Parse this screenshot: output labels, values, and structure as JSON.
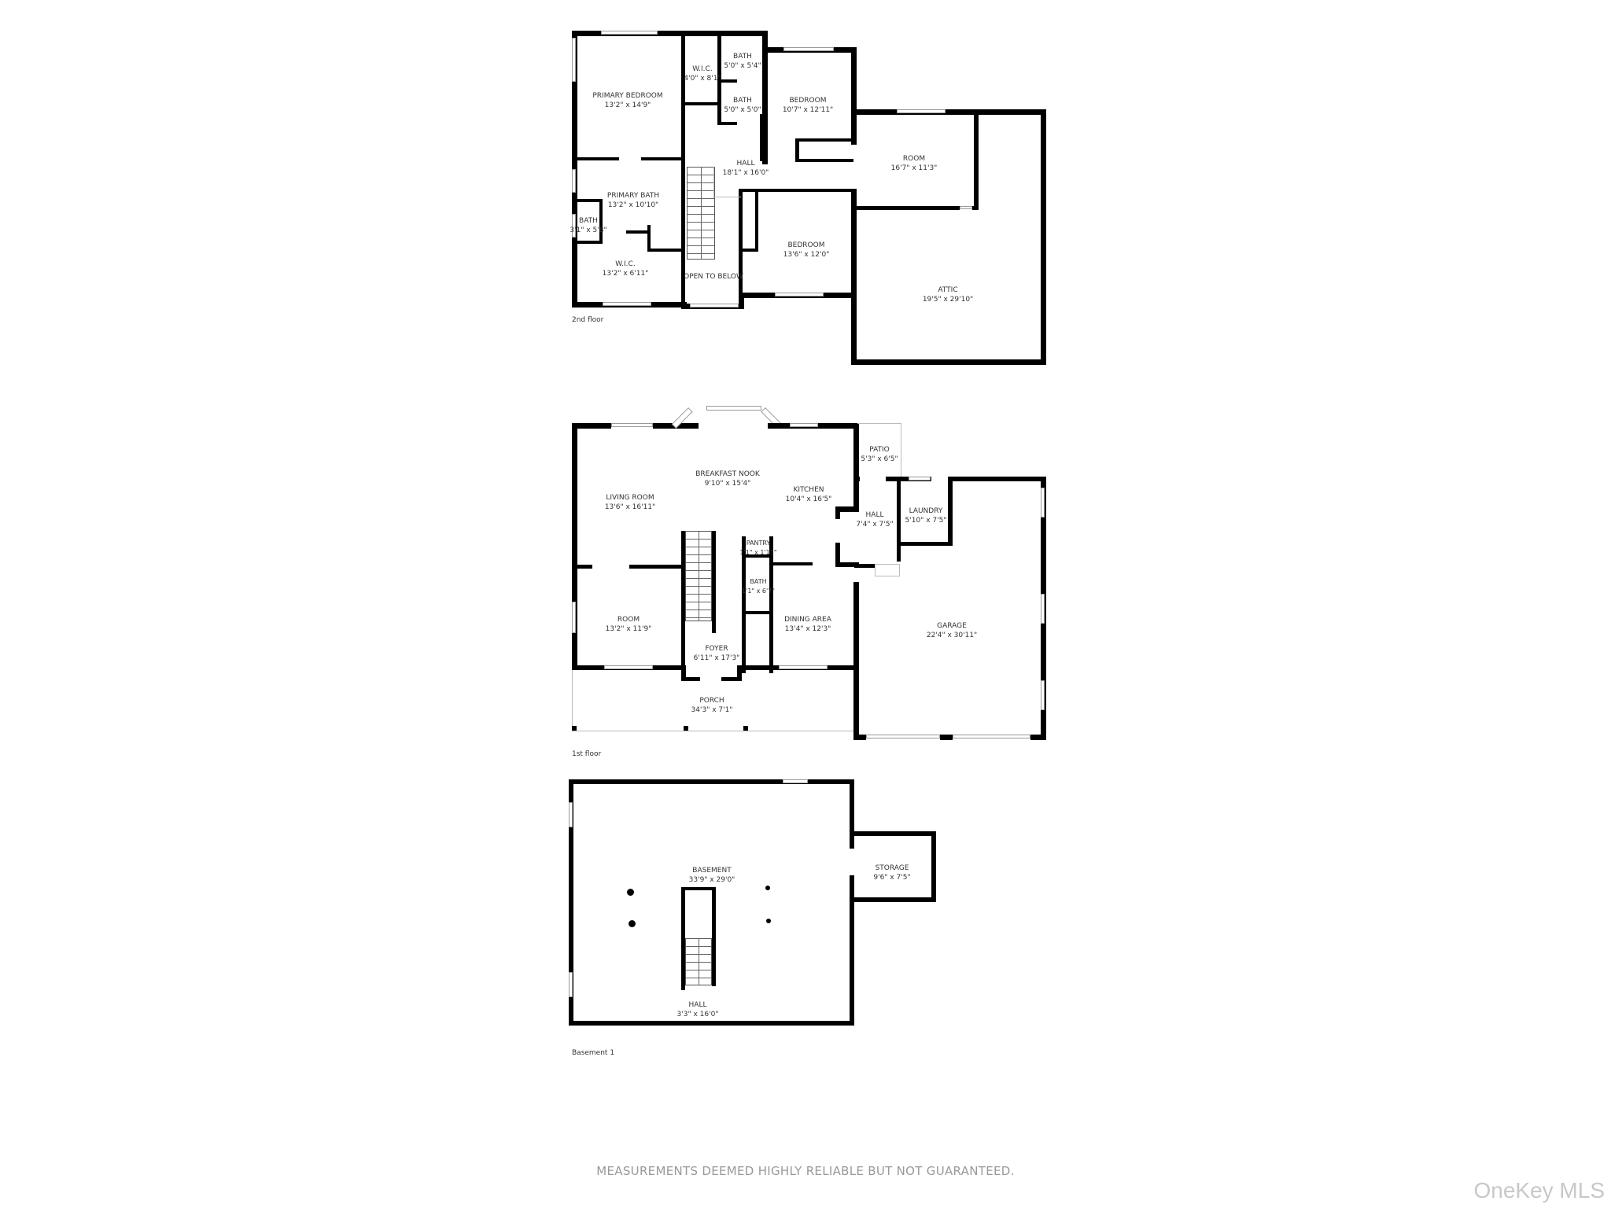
{
  "floors": {
    "second": {
      "title": "2nd floor",
      "rooms": [
        {
          "name": "PRIMARY BEDROOM",
          "dims": "13'2\" x 14'9\""
        },
        {
          "name": "W.I.C.",
          "dims": "4'0\" x 8'1\""
        },
        {
          "name": "BATH",
          "dims": "5'0\" x 5'4\""
        },
        {
          "name": "BATH",
          "dims": "5'0\" x 5'0\""
        },
        {
          "name": "BEDROOM",
          "dims": "10'7\" x 12'11\""
        },
        {
          "name": "HALL",
          "dims": "18'1\" x 16'0\""
        },
        {
          "name": "ROOM",
          "dims": "16'7\" x 11'3\""
        },
        {
          "name": "PRIMARY BATH",
          "dims": "13'2\" x 10'10\""
        },
        {
          "name": "BATH",
          "dims": "3'1\" x 5'8\""
        },
        {
          "name": "W.I.C.",
          "dims": "13'2\" x 6'11\""
        },
        {
          "name": "OPEN TO BELOW",
          "dims": ""
        },
        {
          "name": "BEDROOM",
          "dims": "13'6\" x 12'0\""
        },
        {
          "name": "ATTIC",
          "dims": "19'5\" x 29'10\""
        }
      ]
    },
    "first": {
      "title": "1st floor",
      "rooms": [
        {
          "name": "BREAKFAST NOOK",
          "dims": "9'10\" x 15'4\""
        },
        {
          "name": "LIVING ROOM",
          "dims": "13'6\" x 16'11\""
        },
        {
          "name": "KITCHEN",
          "dims": "10'4\" x 16'5\""
        },
        {
          "name": "PATIO",
          "dims": "5'3\" x 6'5\""
        },
        {
          "name": "HALL",
          "dims": "7'4\" x 7'5\""
        },
        {
          "name": "LAUNDRY",
          "dims": "5'10\" x 7'5\""
        },
        {
          "name": "PANTRY",
          "dims": "1'1\" x 1'11\""
        },
        {
          "name": "BATH",
          "dims": "1'1\" x 6'7\""
        },
        {
          "name": "ROOM",
          "dims": "13'2\" x 11'9\""
        },
        {
          "name": "DINING AREA",
          "dims": "13'4\" x 12'3\""
        },
        {
          "name": "FOYER",
          "dims": "6'11\" x 17'3\""
        },
        {
          "name": "GARAGE",
          "dims": "22'4\" x 30'11\""
        },
        {
          "name": "PORCH",
          "dims": "34'3\" x 7'1\""
        }
      ]
    },
    "basement": {
      "title": "Basement 1",
      "rooms": [
        {
          "name": "BASEMENT",
          "dims": "33'9\" x 29'0\""
        },
        {
          "name": "STORAGE",
          "dims": "9'6\" x 7'5\""
        },
        {
          "name": "HALL",
          "dims": "3'3\" x 16'0\""
        }
      ]
    }
  },
  "footer": {
    "disclaimer": "MEASUREMENTS DEEMED HIGHLY RELIABLE BUT NOT GUARANTEED.",
    "watermark": "OneKey MLS"
  },
  "colors": {
    "wall": "#000000",
    "text": "#333333",
    "disclaimer": "#999999",
    "watermark": "#c8c8c8"
  }
}
